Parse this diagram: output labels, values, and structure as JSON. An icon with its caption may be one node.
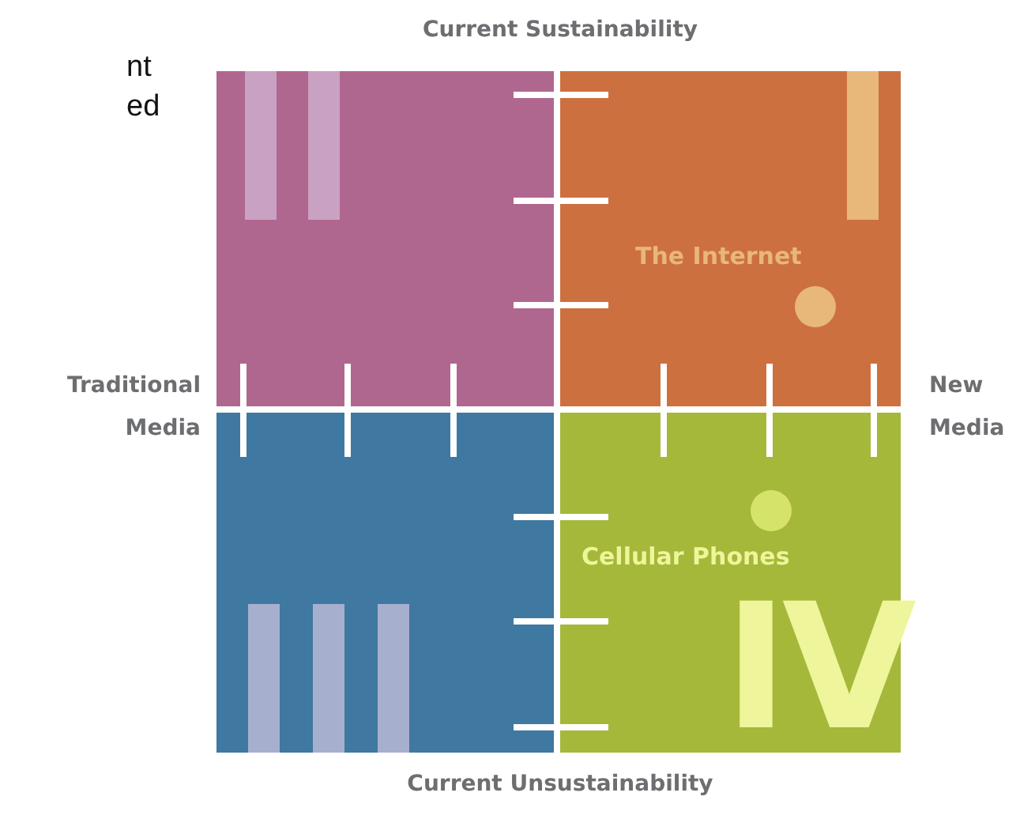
{
  "diagram": {
    "nodes": [
      {
        "text": [],
        "shape": "box"
      },
      {
        "text": [
          "The Internet"
        ]
      },
      {
        "text": [],
        "shape": "box"
      },
      {
        "text": [
          "Cellular Phones",
          "IV"
        ]
      }
    ],
    "labels": [
      "nt ed",
      "Current Sustainability",
      "Traditional Media",
      "New Media",
      "Current Unsustainability"
    ]
  }
}
